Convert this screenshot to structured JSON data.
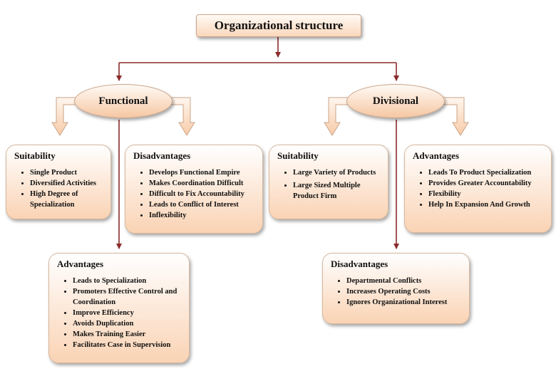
{
  "title": "Organizational structure",
  "functional": {
    "label": "Functional",
    "suitability": {
      "heading": "Suitability",
      "items": [
        "Single Product",
        "Diversified Activities",
        "High Degree of Specialization"
      ]
    },
    "disadvantages": {
      "heading": "Disadvantages",
      "items": [
        "Develops Functional Empire",
        "Makes Coordination Difficult",
        "Difficult to Fix Accountability",
        "Leads to Conflict of Interest",
        "Inflexibility"
      ]
    },
    "advantages": {
      "heading": "Advantages",
      "items": [
        "Leads to Specialization",
        "Promoters Effective Control and Coordination",
        "Improve Efficiency",
        "Avoids Duplication",
        "Makes Training Easier",
        "Facilitates Case in Supervision"
      ]
    }
  },
  "divisional": {
    "label": "Divisional",
    "suitability": {
      "heading": "Suitability",
      "items": [
        "Large Variety of Products",
        "Large Sized Multiple Product Firm"
      ]
    },
    "advantages": {
      "heading": "Advantages",
      "items": [
        "Leads To Product Specialization",
        "Provides Greater Accountability",
        "Flexibility",
        "Help In Expansion And Growth"
      ]
    },
    "disadvantages": {
      "heading": "Disadvantages",
      "items": [
        "Departmental Conflicts",
        "Increases Operating Costs",
        "Ignores Organizational Interest"
      ]
    }
  },
  "colors": {
    "connector": "#8b2a2a",
    "arrow_fill": "#fbd9c0",
    "arrow_stroke": "#c9a48a",
    "box_gradient_end": "#fad3b4"
  }
}
